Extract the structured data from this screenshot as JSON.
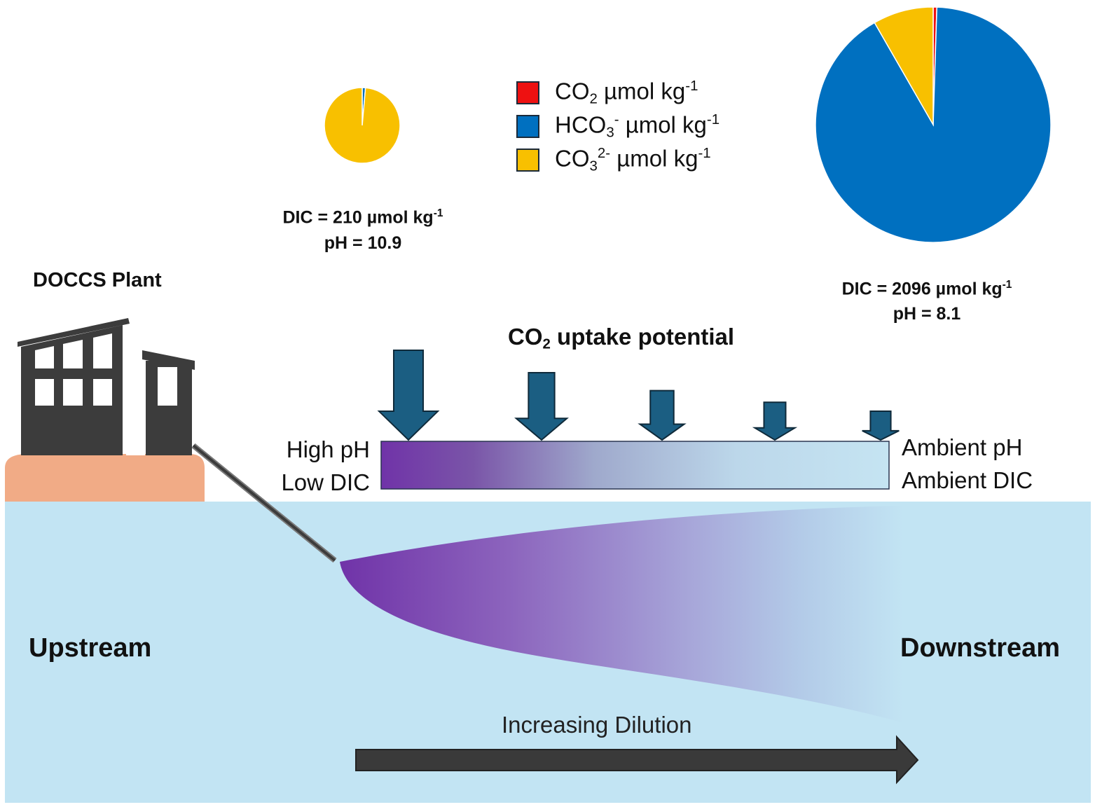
{
  "colors": {
    "co2": "#ee1111",
    "hco3": "#0070c0",
    "co3": "#f8c000",
    "water": "#c2e4f3",
    "plume_start": "#7033a8",
    "arrow_blue": "#1b5e82",
    "building": "#3c3c3c",
    "ground": "#f1ab86",
    "dilution_arrow": "#3a3a3a"
  },
  "plant": {
    "label": "DOCCS Plant"
  },
  "legend": {
    "items": [
      {
        "key": "co2",
        "main": "CO",
        "sub": "2",
        "sup": "",
        "unit": " µmol kg",
        "exp": "-1"
      },
      {
        "key": "hco3",
        "main": "HCO",
        "sub": "3",
        "sup": "-",
        "unit": " µmol kg",
        "exp": "-1"
      },
      {
        "key": "co3",
        "main": "CO",
        "sub": "3",
        "sup": "2-",
        "unit": " µmol kg",
        "exp": "-1"
      }
    ]
  },
  "upstream_site": {
    "dic_prefix": "DIC = 210 µmol kg",
    "dic_exp": "-1",
    "ph": "pH = 10.9",
    "pie": {
      "co2": 0.0,
      "hco3": 0.014,
      "co3": 0.986
    }
  },
  "downstream_site": {
    "dic_prefix": "DIC = 2096 µmol kg",
    "dic_exp": "-1",
    "ph": "pH = 8.1",
    "pie": {
      "co2": 0.005,
      "hco3": 0.912,
      "co3": 0.083
    }
  },
  "uptake": {
    "title_prefix": "CO",
    "title_sub": "2",
    "title_rest": " uptake potential",
    "arrow_magnitudes": [
      1.0,
      0.75,
      0.55,
      0.42,
      0.32
    ]
  },
  "gradient_bar": {
    "left_line1": "High pH",
    "left_line2": "Low DIC",
    "right_line1": "Ambient pH",
    "right_line2": "Ambient DIC"
  },
  "labels": {
    "upstream": "Upstream",
    "downstream": "Downstream",
    "dilution": "Increasing Dilution"
  }
}
